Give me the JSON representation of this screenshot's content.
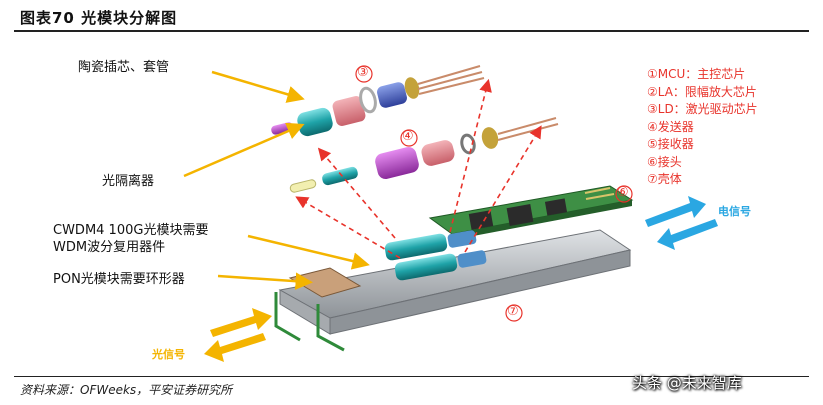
{
  "figure": {
    "title": "图表70    光模块分解图",
    "source": "资料来源：OFWeeks，平安证券研究所",
    "watermark": "头条 @未来智库"
  },
  "labels": {
    "ferrule": "陶瓷插芯、套管",
    "isolator": "光隔离器",
    "cwdm4_line1": "CWDM4 100G光模块需要",
    "cwdm4_line2": "WDM波分复用器件",
    "pon": "PON光模块需要环形器",
    "electric_signal": "电信号",
    "optical_signal": "光信号"
  },
  "markers": {
    "m3": "③",
    "m4": "④",
    "m6": "⑥",
    "m7": "⑦"
  },
  "legend": [
    "①MCU：主控芯片",
    "②LA：限幅放大芯片",
    "③LD：激光驱动芯片",
    "④发送器",
    "⑤接收器",
    "⑥接头",
    "⑦壳体"
  ],
  "colors": {
    "accent_red": "#e8332b",
    "arrow_orange": "#f4b400",
    "arrow_blue": "#2aa7e2",
    "pcb_green": "#3e8f45",
    "teal": "#1fa3a8",
    "housing_gray": "#b8bcc0"
  }
}
